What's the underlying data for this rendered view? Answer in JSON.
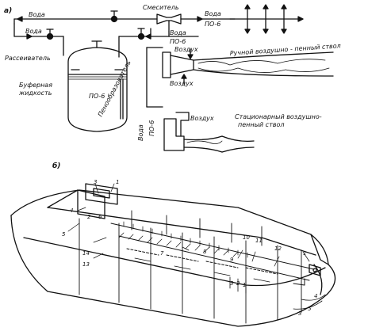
{
  "panel_a": {
    "tag": "а)",
    "labels": {
      "water_top_left": "Вода",
      "mixer": "Смеситель",
      "water_top_right": "Вода",
      "po6_top": "ПО-6",
      "water_left_branch": "Вода",
      "water_mid": "Вода",
      "po6_mid": "ПО-6",
      "air_upper": "Воздух",
      "hand_nozzle": "Ручной воздушно - пенный ствол",
      "air_lower": "Воздух",
      "diffuser": "Рассеиватель",
      "buffer_1": "Буферная",
      "buffer_2": "жидкость",
      "tank_po6": "ПО-6",
      "foam_concentrate": "Пенообразователь",
      "water_vertical": "Вода",
      "po6_vertical": "ПО-6",
      "air_stationary": "Воздух",
      "stationary_1": "Стационарный  воздушно-",
      "stationary_2": "пенный ствол"
    }
  },
  "panel_b": {
    "tag": "б)",
    "numbers": [
      "3",
      "1",
      "4",
      "2",
      "6",
      "5",
      "14",
      "13",
      "7",
      "8",
      "9",
      "10",
      "11",
      "12",
      "1",
      "3",
      "2",
      "1",
      "4",
      "5",
      "3"
    ]
  }
}
